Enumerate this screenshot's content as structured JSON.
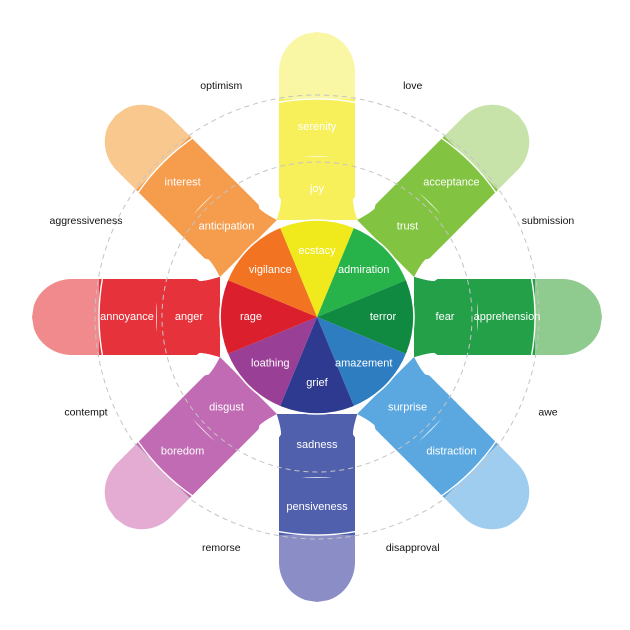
{
  "diagram": {
    "petals": [
      {
        "key": "joy",
        "colors": [
          "#f0ea1c",
          "#f7f05a",
          "#f9f7a4"
        ],
        "labels": [
          "ecstacy",
          "joy",
          "serenity"
        ]
      },
      {
        "key": "trust",
        "colors": [
          "#27b34a",
          "#82c441",
          "#c7e3aa"
        ],
        "labels": [
          "admiration",
          "trust",
          "acceptance"
        ]
      },
      {
        "key": "fear",
        "colors": [
          "#0f8a40",
          "#24a048",
          "#8fcb8f"
        ],
        "labels": [
          "terror",
          "fear",
          "apprehension"
        ]
      },
      {
        "key": "surprise",
        "colors": [
          "#2e7dc1",
          "#5ba8e0",
          "#9fcdf0"
        ],
        "labels": [
          "amazement",
          "surprise",
          "distraction"
        ]
      },
      {
        "key": "sadness",
        "colors": [
          "#2d3a8f",
          "#5060ad",
          "#8a8dc6"
        ],
        "labels": [
          "grief",
          "sadness",
          "pensiveness"
        ]
      },
      {
        "key": "disgust",
        "colors": [
          "#9a3f96",
          "#c06bb3",
          "#e4acd3"
        ],
        "labels": [
          "loathing",
          "disgust",
          "boredom"
        ]
      },
      {
        "key": "anger",
        "colors": [
          "#db1f2c",
          "#e6333b",
          "#f08a8c"
        ],
        "labels": [
          "rage",
          "anger",
          "annoyance"
        ]
      },
      {
        "key": "anticipation",
        "colors": [
          "#f27321",
          "#f59c4d",
          "#f9c88e"
        ],
        "labels": [
          "vigilance",
          "anticipation",
          "interest"
        ]
      }
    ],
    "dyads": [
      "love",
      "submission",
      "awe",
      "disapproval",
      "remorse",
      "contempt",
      "aggressiveness",
      "optimism"
    ]
  }
}
